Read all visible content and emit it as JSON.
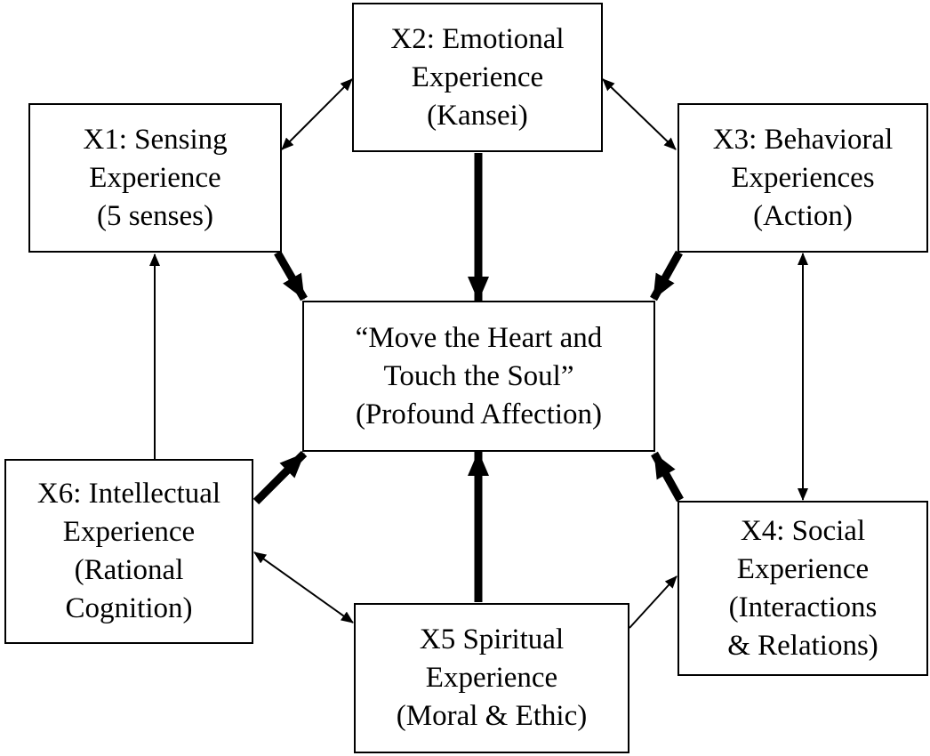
{
  "nodes": {
    "x1": {
      "lines": [
        "X1: Sensing",
        "Experience",
        "(5 senses)"
      ]
    },
    "x2": {
      "lines": [
        "X2: Emotional",
        "Experience",
        "(Kansei)"
      ]
    },
    "x3": {
      "lines": [
        "X3: Behavioral",
        "Experiences",
        "(Action)"
      ]
    },
    "center": {
      "lines": [
        "“Move the Heart and",
        "Touch the Soul”",
        "(Profound Affection)"
      ]
    },
    "x4": {
      "lines": [
        "X4: Social",
        "Experience",
        "(Interactions",
        "& Relations)"
      ]
    },
    "x5": {
      "lines": [
        "X5 Spiritual",
        "Experience",
        "(Moral & Ethic)"
      ]
    },
    "x6": {
      "lines": [
        "X6: Intellectual",
        "Experience",
        "(Rational",
        "Cognition)"
      ]
    }
  },
  "edges": [
    {
      "from": "x1",
      "to": "x2",
      "style": "thin",
      "direction": "both"
    },
    {
      "from": "x2",
      "to": "x3",
      "style": "thin",
      "direction": "both"
    },
    {
      "from": "x3",
      "to": "x4",
      "style": "thin",
      "direction": "both"
    },
    {
      "from": "x6",
      "to": "x5",
      "style": "thin",
      "direction": "both"
    },
    {
      "from": "x6",
      "to": "x1",
      "style": "thin",
      "direction": "forward"
    },
    {
      "from": "x5",
      "to": "x4",
      "style": "thin",
      "direction": "forward"
    },
    {
      "from": "x2",
      "to": "center",
      "style": "thick",
      "direction": "forward"
    },
    {
      "from": "x1",
      "to": "center",
      "style": "thick",
      "direction": "forward"
    },
    {
      "from": "x3",
      "to": "center",
      "style": "thick",
      "direction": "forward"
    },
    {
      "from": "x6",
      "to": "center",
      "style": "thick",
      "direction": "forward"
    },
    {
      "from": "x5",
      "to": "center",
      "style": "thick",
      "direction": "forward"
    },
    {
      "from": "x4",
      "to": "center",
      "style": "thick",
      "direction": "forward"
    }
  ]
}
